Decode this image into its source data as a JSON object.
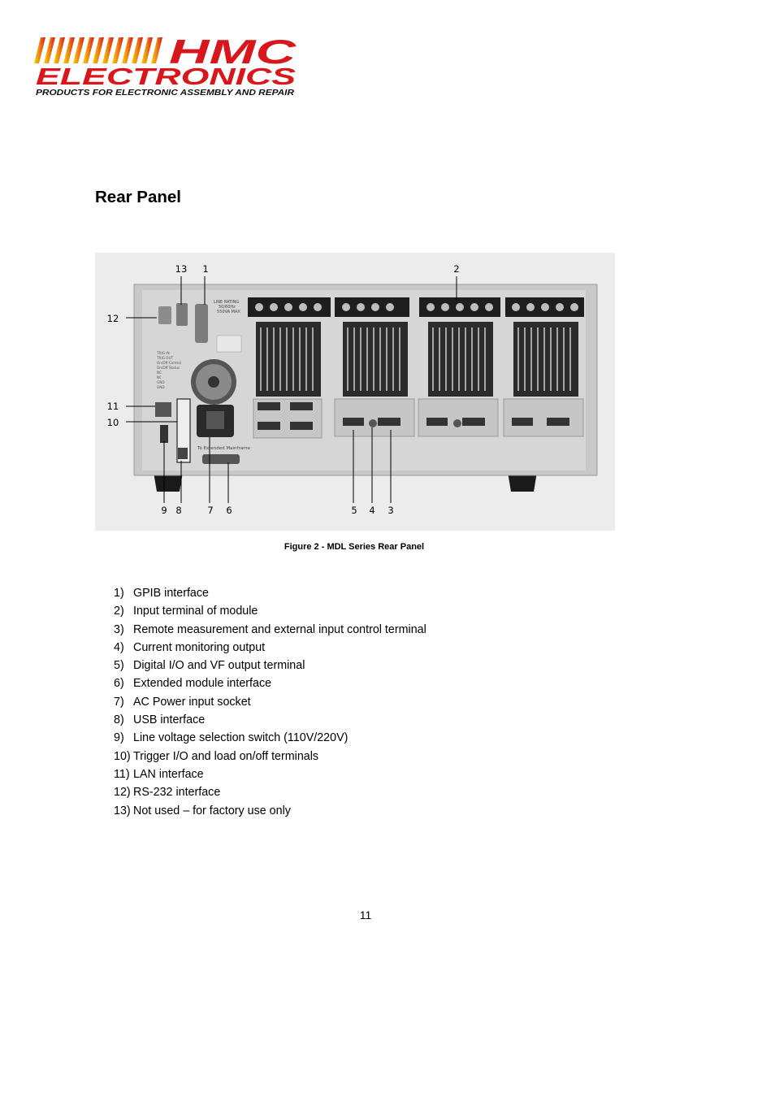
{
  "logo": {
    "line1": "HMC",
    "line2": "ELECTRONICS",
    "tagline": "PRODUCTS FOR ELECTRONIC ASSEMBLY AND REPAIR"
  },
  "section_title": "Rear Panel",
  "figure": {
    "caption": "Figure 2 - MDL Series Rear Panel",
    "callout_numbers": [
      "1",
      "2",
      "3",
      "4",
      "5",
      "6",
      "7",
      "8",
      "9",
      "10",
      "11",
      "12",
      "13"
    ],
    "panel_text": {
      "rating_1": "LINE RATING",
      "rating_2": "50/60Hz",
      "rating_3": "550VA MAX",
      "trig_1": "TRIG IN",
      "trig_2": "TRIG OUT",
      "trig_3": "On/Off Control",
      "trig_4": "On/Off Status",
      "trig_5": "NC",
      "trig_6": "NC",
      "trig_7": "GND",
      "trig_8": "GND",
      "extended": "To Extended Mainframe"
    }
  },
  "items": [
    {
      "num": "1)",
      "text": "GPIB interface"
    },
    {
      "num": "2)",
      "text": "Input terminal of module"
    },
    {
      "num": "3)",
      "text": "Remote measurement and external input control terminal"
    },
    {
      "num": "4)",
      "text": "Current monitoring output"
    },
    {
      "num": "5)",
      "text": "Digital I/O and VF output terminal"
    },
    {
      "num": "6)",
      "text": "Extended module interface"
    },
    {
      "num": "7)",
      "text": "AC Power input socket"
    },
    {
      "num": "8)",
      "text": "USB interface"
    },
    {
      "num": "9)",
      "text": "Line voltage selection switch (110V/220V)"
    },
    {
      "num": "10)",
      "text": "Trigger I/O and load on/off terminals"
    },
    {
      "num": "11)",
      "text": "LAN interface"
    },
    {
      "num": "12)",
      "text": "RS-232 interface"
    },
    {
      "num": "13)",
      "text": "Not used – for factory use only"
    }
  ],
  "page_number": "11",
  "colors": {
    "logo_yellow": "#f2c200",
    "logo_orange": "#e86a10",
    "logo_red": "#d8161c",
    "panel_gray": "#d4d4d4",
    "frame_gray": "#bdbdbd"
  }
}
